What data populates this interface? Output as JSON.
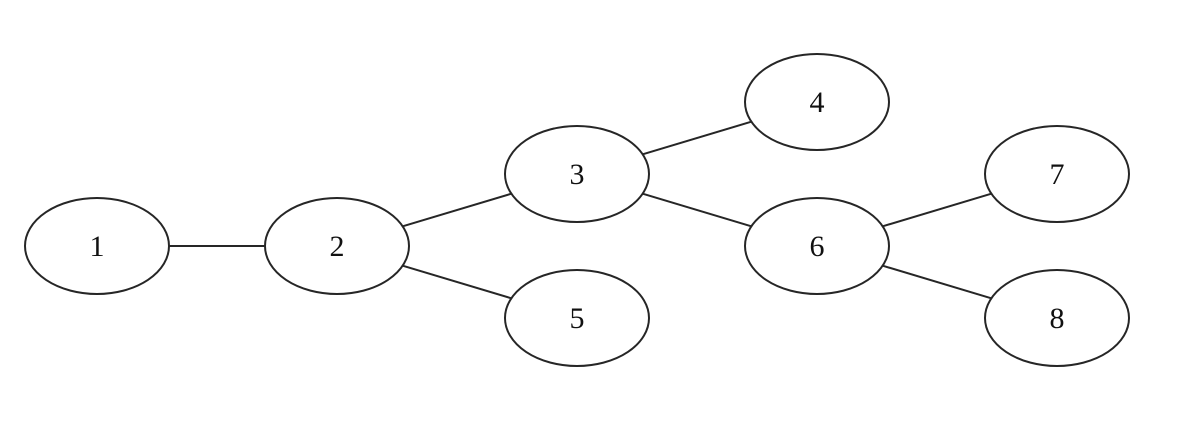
{
  "graph": {
    "nodes": [
      {
        "id": "1",
        "label": "1"
      },
      {
        "id": "2",
        "label": "2"
      },
      {
        "id": "3",
        "label": "3"
      },
      {
        "id": "4",
        "label": "4"
      },
      {
        "id": "5",
        "label": "5"
      },
      {
        "id": "6",
        "label": "6"
      },
      {
        "id": "7",
        "label": "7"
      },
      {
        "id": "8",
        "label": "8"
      }
    ],
    "edges": [
      {
        "from": "1",
        "to": "2"
      },
      {
        "from": "2",
        "to": "3"
      },
      {
        "from": "2",
        "to": "5"
      },
      {
        "from": "3",
        "to": "4"
      },
      {
        "from": "3",
        "to": "6"
      },
      {
        "from": "6",
        "to": "7"
      },
      {
        "from": "6",
        "to": "8"
      }
    ],
    "directed": false
  }
}
